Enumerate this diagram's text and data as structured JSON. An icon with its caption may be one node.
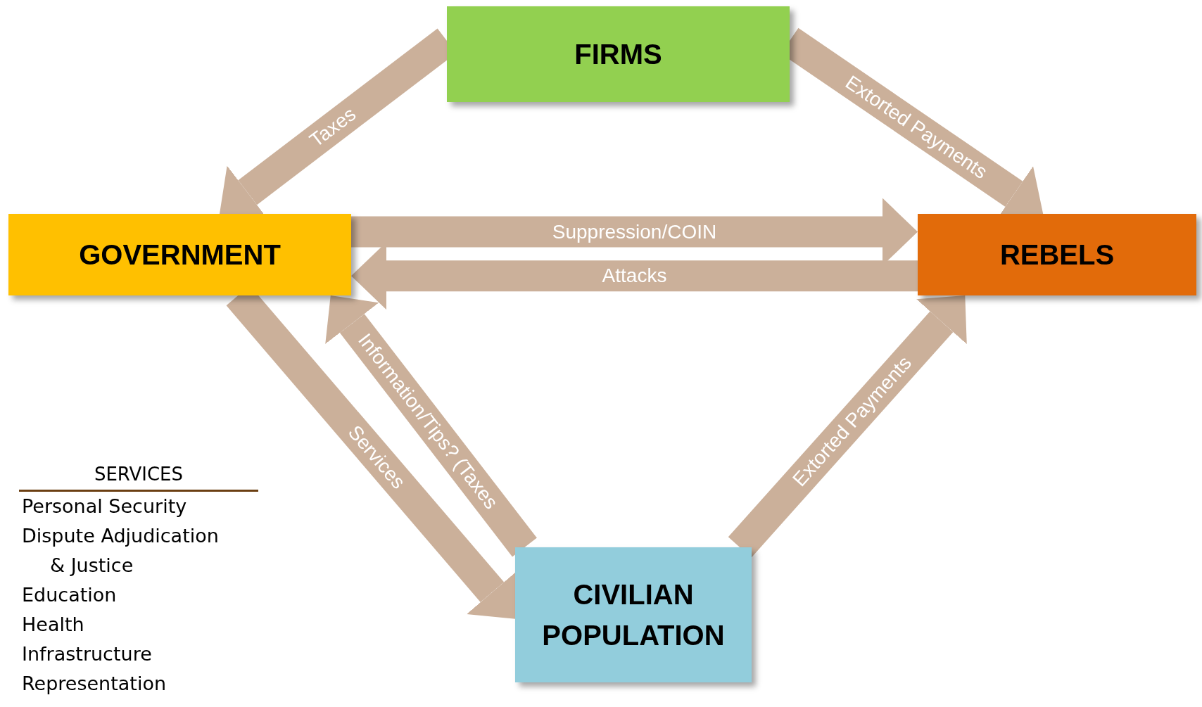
{
  "diagram": {
    "nodes": [
      {
        "text": [
          "FIRMS"
        ]
      },
      {
        "text": [
          "GOVERNMENT"
        ]
      },
      {
        "text": [
          "REBELS"
        ]
      },
      {
        "text": [
          "CIVILIAN POPULATION"
        ]
      }
    ],
    "edges": [
      {
        "from": 0,
        "to": 1,
        "arrow": "to",
        "label": "Taxes"
      },
      {
        "from": 0,
        "to": 2,
        "arrow": "to",
        "label": "Extorted Payments"
      },
      {
        "from": 1,
        "to": 2,
        "arrow": "to",
        "label": "Suppression/COIN"
      },
      {
        "from": 2,
        "to": 1,
        "arrow": "to",
        "label": "Attacks"
      },
      {
        "from": 1,
        "to": 3,
        "arrow": "to",
        "label": "Services"
      },
      {
        "from": 3,
        "to": 1,
        "arrow": "to",
        "label": "Information/Tips? (Taxes"
      },
      {
        "from": 3,
        "to": 2,
        "arrow": "to",
        "label": "Extorted Payments"
      }
    ],
    "labels": [
      "SERVICES",
      "Personal Security",
      "Dispute Adjudication & Justice",
      "Education",
      "Health",
      "Infrastructure",
      "Representation"
    ]
  }
}
